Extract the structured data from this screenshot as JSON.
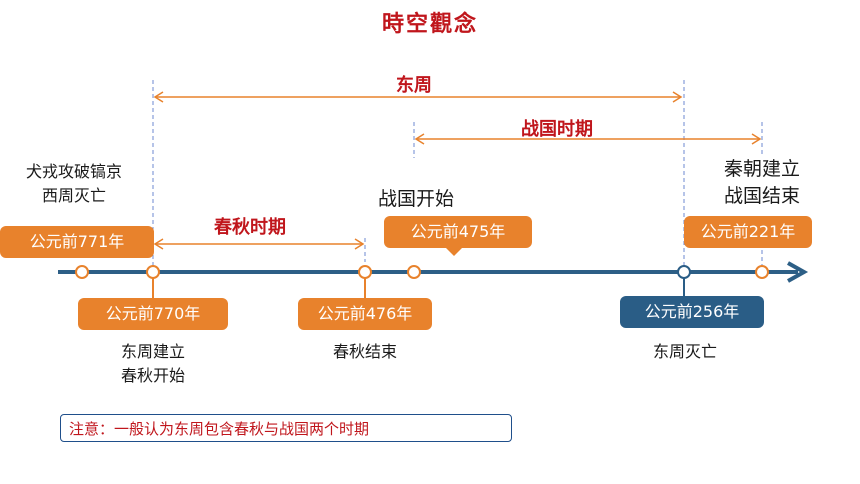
{
  "title": "時空觀念",
  "eras": {
    "dongzhou": "东周",
    "zhanguo": "战国时期",
    "chunqiu": "春秋时期"
  },
  "events": {
    "xizhou_end": [
      "犬戎攻破镐京",
      "西周灭亡"
    ],
    "dongzhou_start": [
      "东周建立",
      "春秋开始"
    ],
    "chunqiu_end": "春秋结束",
    "zhanguo_start": "战国开始",
    "dongzhou_end": "东周灭亡",
    "qin_start": [
      "秦朝建立",
      "战国结束"
    ]
  },
  "dates": {
    "d771": "公元前771年",
    "d770": "公元前770年",
    "d476": "公元前476年",
    "d475": "公元前475年",
    "d256": "公元前256年",
    "d221": "公元前221年"
  },
  "note": "注意：一般认为东周包含春秋与战国两个时期",
  "colors": {
    "accent_red": "#c0161c",
    "orange": "#e8822c",
    "blue": "#2a5d86",
    "timeline": "#2d5f86",
    "dashed": "#6c8ad0"
  }
}
